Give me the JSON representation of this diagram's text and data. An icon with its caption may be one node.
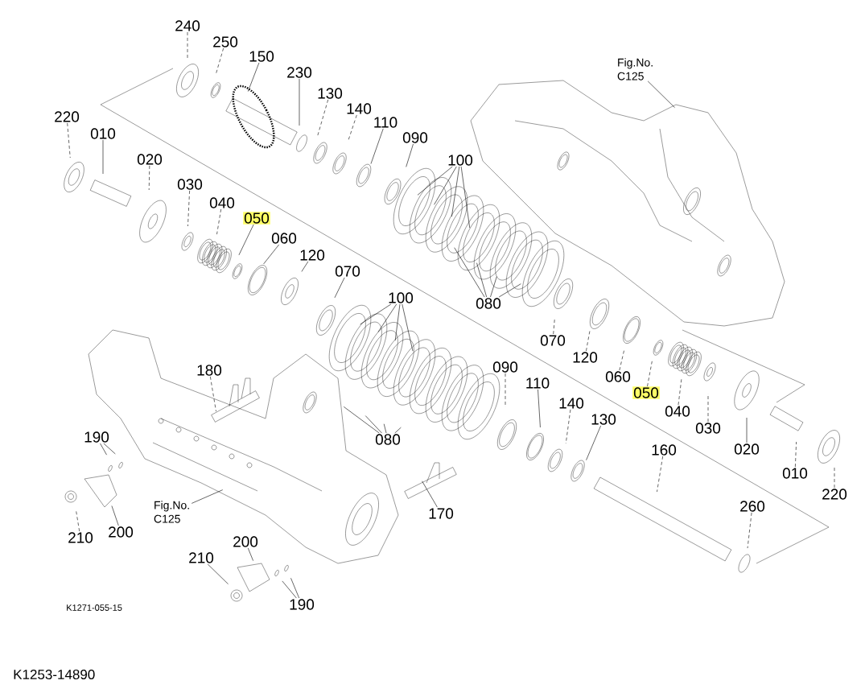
{
  "diagram": {
    "caption": "K1253-14890",
    "nodes": [
      {
        "text": [
          "240"
        ]
      },
      {
        "text": [
          "250"
        ]
      },
      {
        "text": [
          "150"
        ]
      },
      {
        "text": [
          "230"
        ]
      },
      {
        "text": [
          "130"
        ]
      },
      {
        "text": [
          "140"
        ]
      },
      {
        "text": [
          "110"
        ]
      },
      {
        "text": [
          "090"
        ]
      },
      {
        "text": [
          "100"
        ]
      },
      {
        "text": [
          "220"
        ]
      },
      {
        "text": [
          "010"
        ]
      },
      {
        "text": [
          "020"
        ]
      },
      {
        "text": [
          "030"
        ]
      },
      {
        "text": [
          "040"
        ]
      },
      {
        "text": [
          "050"
        ]
      },
      {
        "text": [
          "060"
        ]
      },
      {
        "text": [
          "120"
        ]
      },
      {
        "text": [
          "070"
        ]
      },
      {
        "text": [
          "080"
        ]
      },
      {
        "text": [
          "Fig.No. C125"
        ]
      },
      {
        "text": [
          "100"
        ]
      },
      {
        "text": [
          "070"
        ]
      },
      {
        "text": [
          "120"
        ]
      },
      {
        "text": [
          "060"
        ]
      },
      {
        "text": [
          "050"
        ]
      },
      {
        "text": [
          "040"
        ]
      },
      {
        "text": [
          "030"
        ]
      },
      {
        "text": [
          "020"
        ]
      },
      {
        "text": [
          "010"
        ]
      },
      {
        "text": [
          "220"
        ]
      },
      {
        "text": [
          "090"
        ]
      },
      {
        "text": [
          "110"
        ]
      },
      {
        "text": [
          "140"
        ]
      },
      {
        "text": [
          "130"
        ]
      },
      {
        "text": [
          "160"
        ]
      },
      {
        "text": [
          "260"
        ]
      },
      {
        "text": [
          "180"
        ]
      },
      {
        "text": [
          "190"
        ]
      },
      {
        "text": [
          "210"
        ]
      },
      {
        "text": [
          "200"
        ]
      },
      {
        "text": [
          "Fig.No. C125"
        ]
      },
      {
        "text": [
          "170"
        ]
      },
      {
        "text": [
          "200"
        ]
      },
      {
        "text": [
          "210"
        ]
      },
      {
        "text": [
          "080"
        ]
      },
      {
        "text": [
          "190"
        ]
      }
    ],
    "edges": [
      {
        "from": 0,
        "to": null,
        "arrow": "none",
        "style": "dashed"
      },
      {
        "from": 1,
        "to": null,
        "arrow": "none",
        "style": "dashed"
      },
      {
        "from": 2,
        "to": null,
        "arrow": "none"
      },
      {
        "from": 3,
        "to": null,
        "arrow": "none"
      },
      {
        "from": 4,
        "to": null,
        "arrow": "none",
        "style": "dashed"
      },
      {
        "from": 5,
        "to": null,
        "arrow": "none",
        "style": "dashed"
      },
      {
        "from": 6,
        "to": null,
        "arrow": "none"
      },
      {
        "from": 7,
        "to": null,
        "arrow": "none"
      },
      {
        "from": 8,
        "to": null,
        "arrow": "none"
      },
      {
        "from": 8,
        "to": null,
        "arrow": "none"
      },
      {
        "from": 8,
        "to": null,
        "arrow": "none"
      },
      {
        "from": 8,
        "to": null,
        "arrow": "none"
      },
      {
        "from": 9,
        "to": null,
        "arrow": "none",
        "style": "dashed"
      },
      {
        "from": 10,
        "to": null,
        "arrow": "none"
      },
      {
        "from": 11,
        "to": null,
        "arrow": "none",
        "style": "dashed"
      },
      {
        "from": 12,
        "to": null,
        "arrow": "none",
        "style": "dashed"
      },
      {
        "from": 13,
        "to": null,
        "arrow": "none",
        "style": "dashed"
      },
      {
        "from": 14,
        "to": null,
        "arrow": "none"
      },
      {
        "from": 15,
        "to": null,
        "arrow": "none"
      },
      {
        "from": 16,
        "to": null,
        "arrow": "none"
      },
      {
        "from": 17,
        "to": null,
        "arrow": "none"
      },
      {
        "from": 18,
        "to": null,
        "arrow": "none"
      },
      {
        "from": 18,
        "to": null,
        "arrow": "none"
      },
      {
        "from": 18,
        "to": null,
        "arrow": "none"
      },
      {
        "from": 18,
        "to": null,
        "arrow": "none"
      },
      {
        "from": 19,
        "to": null,
        "arrow": "none"
      },
      {
        "from": 20,
        "to": null,
        "arrow": "none"
      },
      {
        "from": 20,
        "to": null,
        "arrow": "none"
      },
      {
        "from": 20,
        "to": null,
        "arrow": "none"
      },
      {
        "from": 20,
        "to": null,
        "arrow": "none"
      },
      {
        "from": 21,
        "to": null,
        "arrow": "none",
        "style": "dashed"
      },
      {
        "from": 22,
        "to": null,
        "arrow": "none",
        "style": "dashed"
      },
      {
        "from": 23,
        "to": null,
        "arrow": "none",
        "style": "dashed"
      },
      {
        "from": 24,
        "to": null,
        "arrow": "none",
        "style": "dashed"
      },
      {
        "from": 25,
        "to": null,
        "arrow": "none",
        "style": "dashed"
      },
      {
        "from": 26,
        "to": null,
        "arrow": "none",
        "style": "dashed"
      },
      {
        "from": 27,
        "to": null,
        "arrow": "none"
      },
      {
        "from": 28,
        "to": null,
        "arrow": "none",
        "style": "dashed"
      },
      {
        "from": 29,
        "to": null,
        "arrow": "none",
        "style": "dashed"
      },
      {
        "from": 30,
        "to": null,
        "arrow": "none",
        "style": "dashed"
      },
      {
        "from": 31,
        "to": null,
        "arrow": "none"
      },
      {
        "from": 32,
        "to": null,
        "arrow": "none",
        "style": "dashed"
      },
      {
        "from": 33,
        "to": null,
        "arrow": "none"
      },
      {
        "from": 34,
        "to": null,
        "arrow": "none",
        "style": "dashed"
      },
      {
        "from": 35,
        "to": null,
        "arrow": "none",
        "style": "dashed"
      },
      {
        "from": 36,
        "to": null,
        "arrow": "none",
        "style": "dashed"
      },
      {
        "from": 37,
        "to": null,
        "arrow": "none"
      },
      {
        "from": 37,
        "to": null,
        "arrow": "none"
      },
      {
        "from": 38,
        "to": null,
        "arrow": "none",
        "style": "dashed"
      },
      {
        "from": 39,
        "to": null,
        "arrow": "none"
      },
      {
        "from": 40,
        "to": null,
        "arrow": "none"
      },
      {
        "from": 41,
        "to": null,
        "arrow": "none"
      },
      {
        "from": 42,
        "to": null,
        "arrow": "none"
      },
      {
        "from": 43,
        "to": null,
        "arrow": "none"
      },
      {
        "from": 44,
        "to": null,
        "arrow": "none"
      },
      {
        "from": 44,
        "to": null,
        "arrow": "none"
      },
      {
        "from": 44,
        "to": null,
        "arrow": "none"
      },
      {
        "from": 44,
        "to": null,
        "arrow": "none"
      },
      {
        "from": 45,
        "to": null,
        "arrow": "none"
      },
      {
        "from": 45,
        "to": null,
        "arrow": "none"
      }
    ],
    "labels": [
      "K1271-055-15"
    ]
  }
}
